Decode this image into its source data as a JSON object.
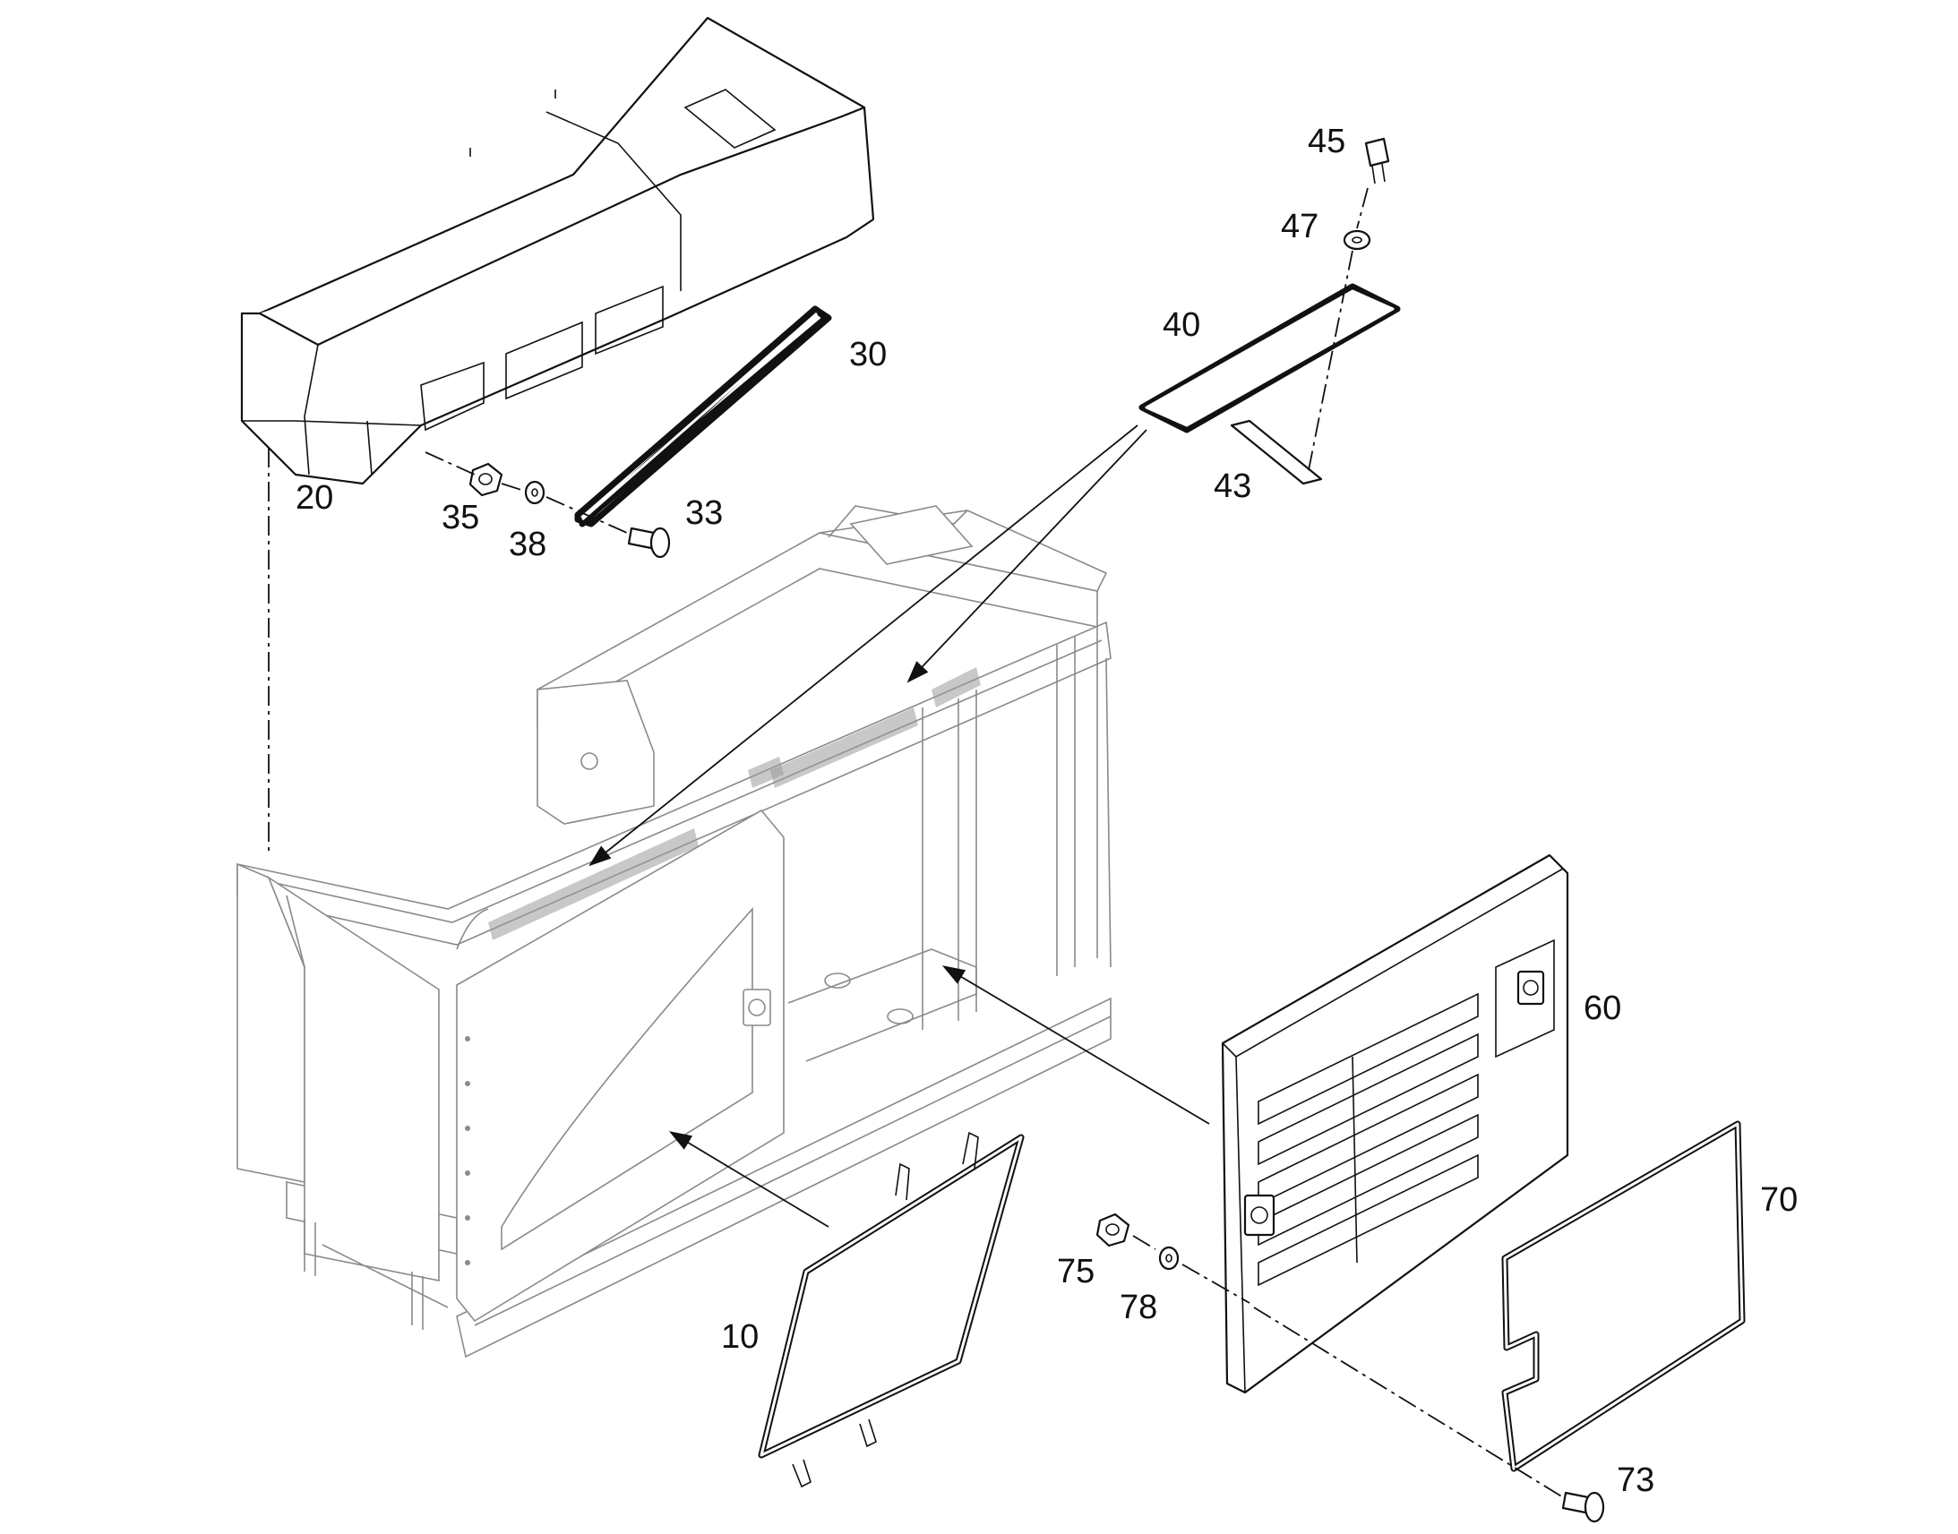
{
  "diagram": {
    "callouts": [
      {
        "id": "p10",
        "label": "10"
      },
      {
        "id": "p20",
        "label": "20"
      },
      {
        "id": "p30",
        "label": "30"
      },
      {
        "id": "p33",
        "label": "33"
      },
      {
        "id": "p35",
        "label": "35"
      },
      {
        "id": "p38",
        "label": "38"
      },
      {
        "id": "p40",
        "label": "40"
      },
      {
        "id": "p43",
        "label": "43"
      },
      {
        "id": "p45",
        "label": "45"
      },
      {
        "id": "p47",
        "label": "47"
      },
      {
        "id": "p60",
        "label": "60"
      },
      {
        "id": "p70",
        "label": "70"
      },
      {
        "id": "p73",
        "label": "73"
      },
      {
        "id": "p75",
        "label": "75"
      },
      {
        "id": "p78",
        "label": "78"
      }
    ],
    "colors": {
      "line": "#111111",
      "frame_line": "#8a8a8a",
      "background": "#ffffff"
    }
  }
}
